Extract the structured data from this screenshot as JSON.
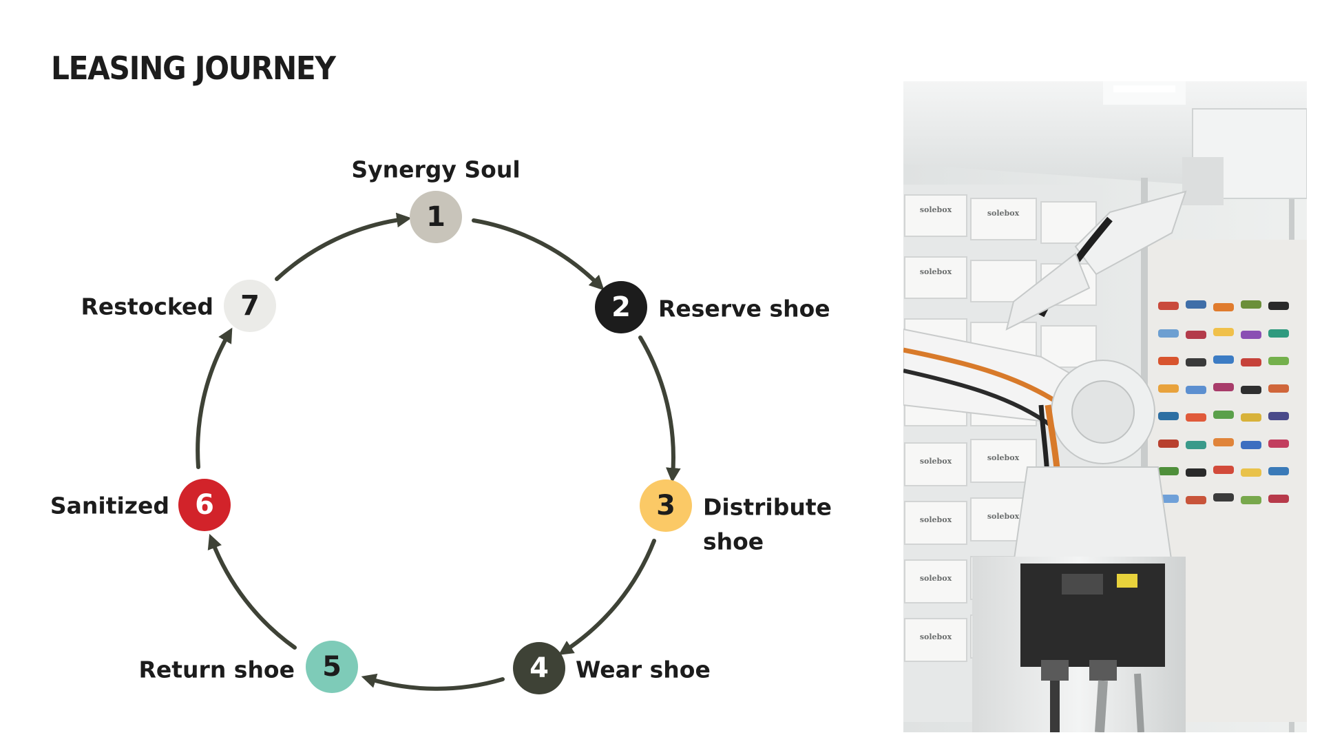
{
  "title": "LEASING JOURNEY",
  "cycle": {
    "colors": {
      "arrow": "#3e4236"
    },
    "steps": [
      {
        "number": "1",
        "label": "Synergy Soul",
        "color": "#c8c4ba",
        "text_color": "#1c1c1c"
      },
      {
        "number": "2",
        "label": "Reserve shoe",
        "color": "#1c1c1c",
        "text_color": "#ffffff"
      },
      {
        "number": "3",
        "label_lines": [
          "Distribute",
          "shoe"
        ],
        "color": "#fbc966",
        "text_color": "#1c1c1c"
      },
      {
        "number": "4",
        "label": "Wear shoe",
        "color": "#3e4236",
        "text_color": "#ffffff"
      },
      {
        "number": "5",
        "label": "Return shoe",
        "color": "#7ecbb8",
        "text_color": "#1c1c1c"
      },
      {
        "number": "6",
        "label": "Sanitized",
        "color": "#d2232a",
        "text_color": "#ffffff"
      },
      {
        "number": "7",
        "label": "Restocked",
        "color": "#ebebe8",
        "text_color": "#1c1c1c"
      }
    ]
  },
  "photo": {
    "box_brand": "solebox"
  }
}
